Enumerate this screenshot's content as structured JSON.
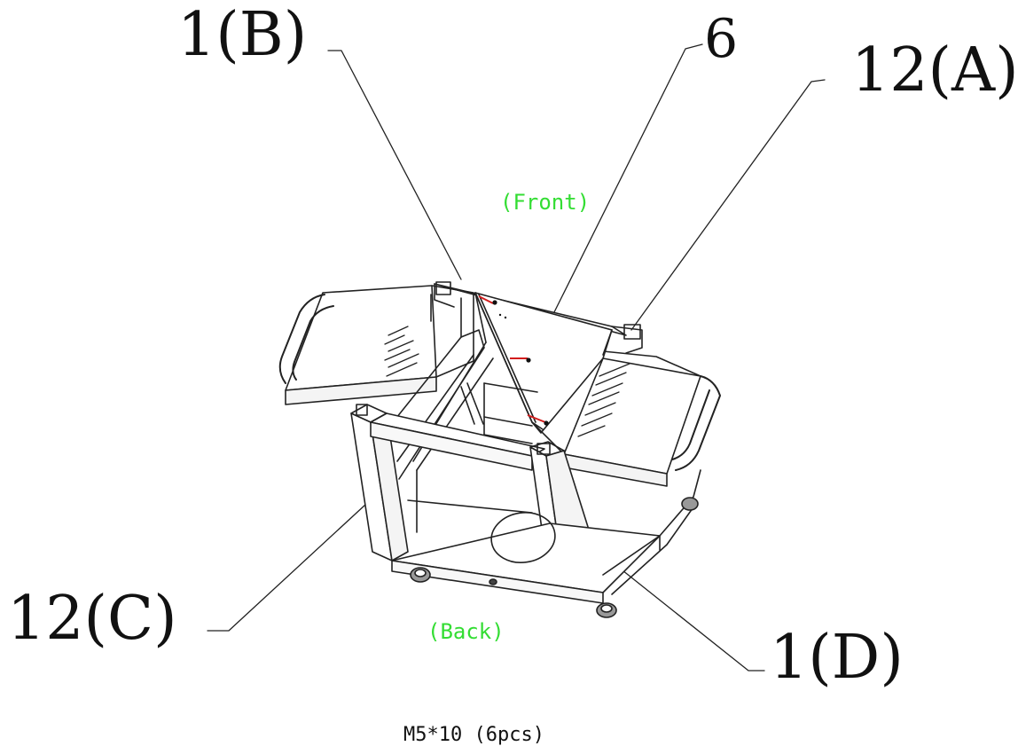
{
  "diagram": {
    "labels": {
      "top_left": "1(B)",
      "top_center": "6",
      "top_right": "12(A)",
      "bottom_left": "12(C)",
      "bottom_right": "1(D)"
    },
    "orientation": {
      "front": "(Front)",
      "back": "(Back)"
    },
    "hardware_note": "M5*10 (6pcs)"
  },
  "colors": {
    "line": "#111111",
    "orientation_text": "#33dd33",
    "screw_highlight": "#d21c1c",
    "background": "#ffffff"
  },
  "icons": [
    "screw-icon"
  ]
}
